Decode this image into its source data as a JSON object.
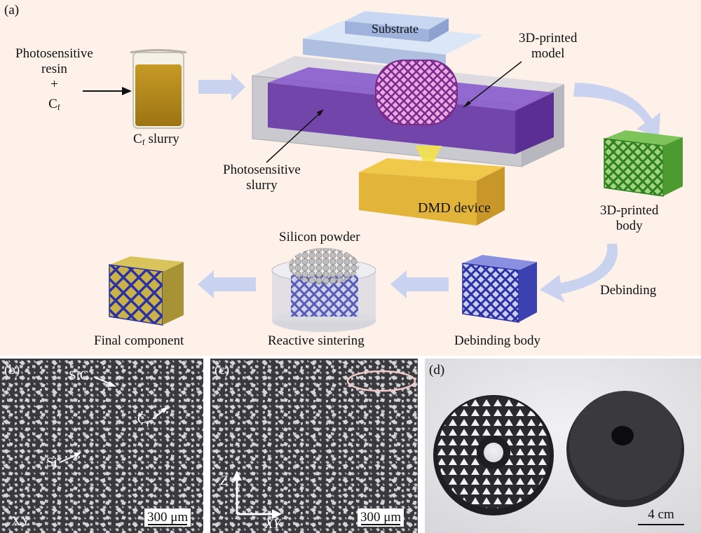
{
  "panel_labels": {
    "a": "(a)",
    "b": "(b)",
    "c": "(c)",
    "d": "(d)"
  },
  "flow": {
    "input_line1": "Photosensitive",
    "input_line2": "resin",
    "input_plus": "+",
    "input_cf": "C",
    "input_cf_sub": "f",
    "slurry_label": "C",
    "slurry_label_sub": "f",
    "slurry_label_rest": " slurry",
    "substrate": "Substrate",
    "model_line1": "3D-printed",
    "model_line2": "model",
    "photo_slurry_line1": "Photosensitive",
    "photo_slurry_line2": "slurry",
    "dmd": "DMD device",
    "body_line1": "3D-printed",
    "body_line2": "body",
    "debinding": "Debinding",
    "debinding_body": "Debinding body",
    "silicon_powder": "Silicon powder",
    "reactive_sintering": "Reactive sintering",
    "final_component": "Final component"
  },
  "micrographs": {
    "b": {
      "label_sic": "SiC",
      "label_cf": "C",
      "label_cf_sub": "f",
      "label_si": "Si",
      "orientation": "XY",
      "scale": "300 μm"
    },
    "c": {
      "axis_z": "Z",
      "axis_xy": "XY",
      "scale": "300 μm"
    }
  },
  "photo": {
    "scale": "4 cm"
  },
  "colors": {
    "background": "#fdf1ea",
    "arrow": "#c9d3ef",
    "slurry_gold": "#b48a1c",
    "purple": "#6a3aa8",
    "dmd_gold": "#e3b43a",
    "green": "#3a8f2a",
    "blue_lattice": "#2d37a8"
  }
}
